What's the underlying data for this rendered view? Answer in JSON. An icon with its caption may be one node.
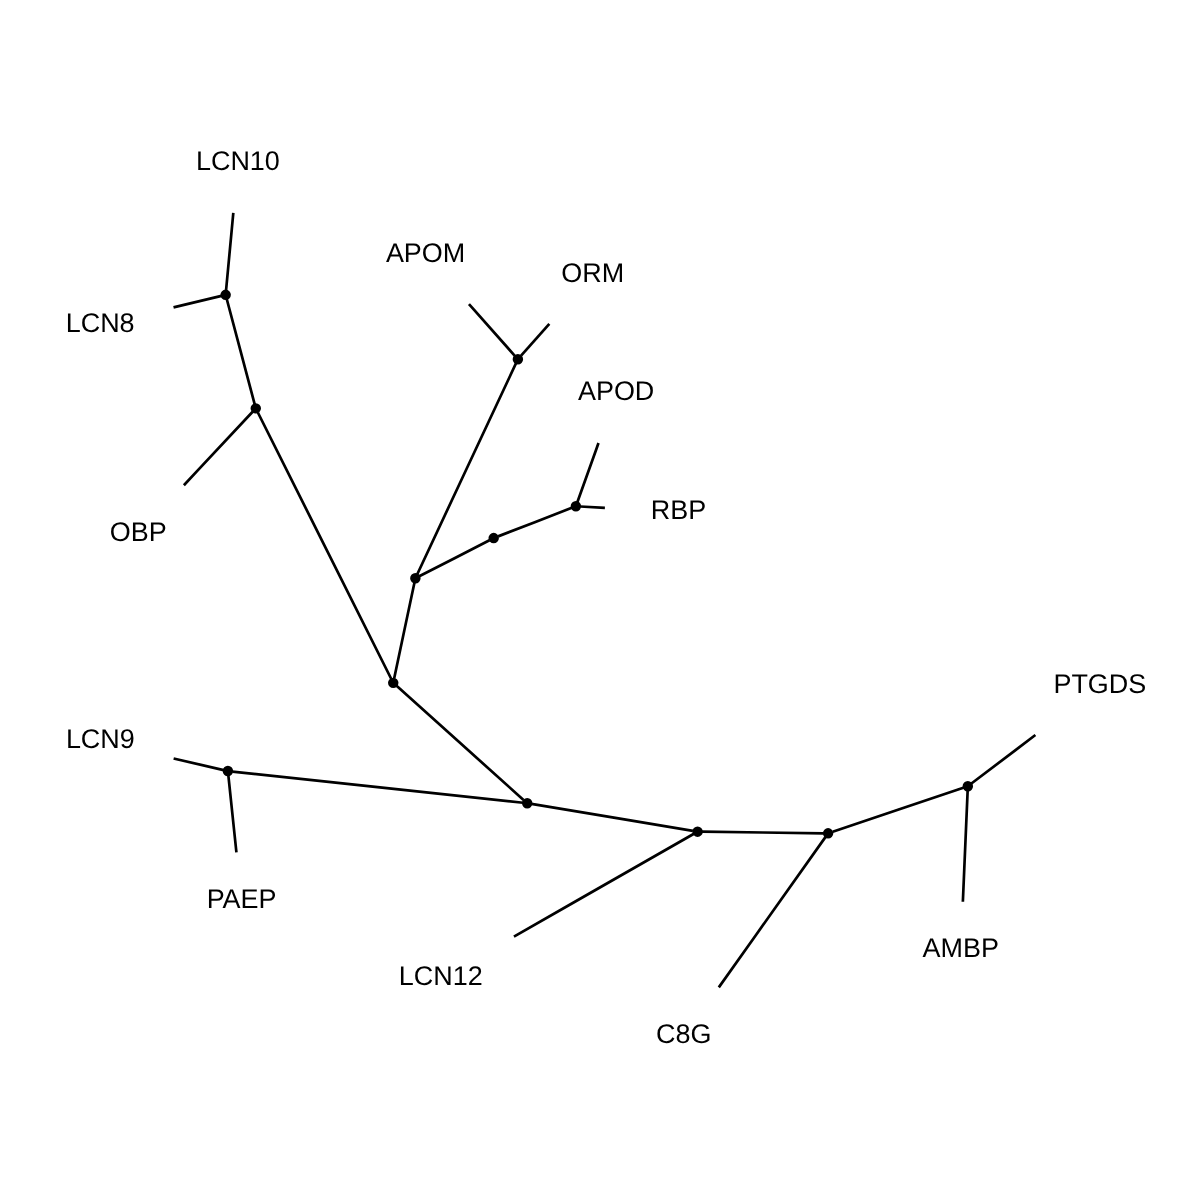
{
  "diagram": {
    "nodes": [
      {
        "text": [],
        "shape": "point"
      },
      {
        "text": [],
        "shape": "point"
      },
      {
        "text": [
          "RBP"
        ]
      },
      {
        "text": [
          "APOD"
        ]
      },
      {
        "text": [],
        "shape": "point"
      },
      {
        "text": [],
        "shape": "point"
      },
      {
        "text": [
          "ORM"
        ]
      },
      {
        "text": [
          "APOM"
        ]
      },
      {
        "text": [],
        "shape": "point"
      },
      {
        "text": [],
        "shape": "point"
      },
      {
        "text": [],
        "shape": "point"
      },
      {
        "text": [
          "LCN10"
        ]
      },
      {
        "text": [
          "LCN8"
        ]
      },
      {
        "text": [
          "OBP"
        ]
      },
      {
        "text": [],
        "shape": "point"
      },
      {
        "text": [],
        "shape": "point"
      },
      {
        "text": [
          "LCN9"
        ]
      },
      {
        "text": [
          "PAEP"
        ]
      },
      {
        "text": [],
        "shape": "point"
      },
      {
        "text": [
          "LCN12"
        ]
      },
      {
        "text": [],
        "shape": "point"
      },
      {
        "text": [
          "C8G"
        ]
      },
      {
        "text": [],
        "shape": "point"
      },
      {
        "text": [
          "AMBP"
        ]
      },
      {
        "text": [
          "PTGDS"
        ]
      }
    ],
    "edges": [
      {
        "from": 0,
        "to": 1,
        "arrow": "none"
      },
      {
        "from": 1,
        "to": 2,
        "arrow": "none"
      },
      {
        "from": 1,
        "to": 3,
        "arrow": "none"
      },
      {
        "from": 0,
        "to": 4,
        "arrow": "none"
      },
      {
        "from": 4,
        "to": 5,
        "arrow": "none"
      },
      {
        "from": 5,
        "to": 6,
        "arrow": "none"
      },
      {
        "from": 5,
        "to": 7,
        "arrow": "none"
      },
      {
        "from": 4,
        "to": 8,
        "arrow": "none"
      },
      {
        "from": 8,
        "to": 9,
        "arrow": "none"
      },
      {
        "from": 9,
        "to": 10,
        "arrow": "none"
      },
      {
        "from": 10,
        "to": 11,
        "arrow": "none"
      },
      {
        "from": 10,
        "to": 12,
        "arrow": "none"
      },
      {
        "from": 9,
        "to": 13,
        "arrow": "none"
      },
      {
        "from": 8,
        "to": 14,
        "arrow": "none"
      },
      {
        "from": 14,
        "to": 15,
        "arrow": "none"
      },
      {
        "from": 15,
        "to": 16,
        "arrow": "none"
      },
      {
        "from": 15,
        "to": 17,
        "arrow": "none"
      },
      {
        "from": 14,
        "to": 18,
        "arrow": "none"
      },
      {
        "from": 18,
        "to": 19,
        "arrow": "none"
      },
      {
        "from": 18,
        "to": 20,
        "arrow": "none"
      },
      {
        "from": 20,
        "to": 21,
        "arrow": "none"
      },
      {
        "from": 20,
        "to": 22,
        "arrow": "none"
      },
      {
        "from": 22,
        "to": 23,
        "arrow": "none"
      },
      {
        "from": 22,
        "to": 24,
        "arrow": "none"
      }
    ]
  }
}
